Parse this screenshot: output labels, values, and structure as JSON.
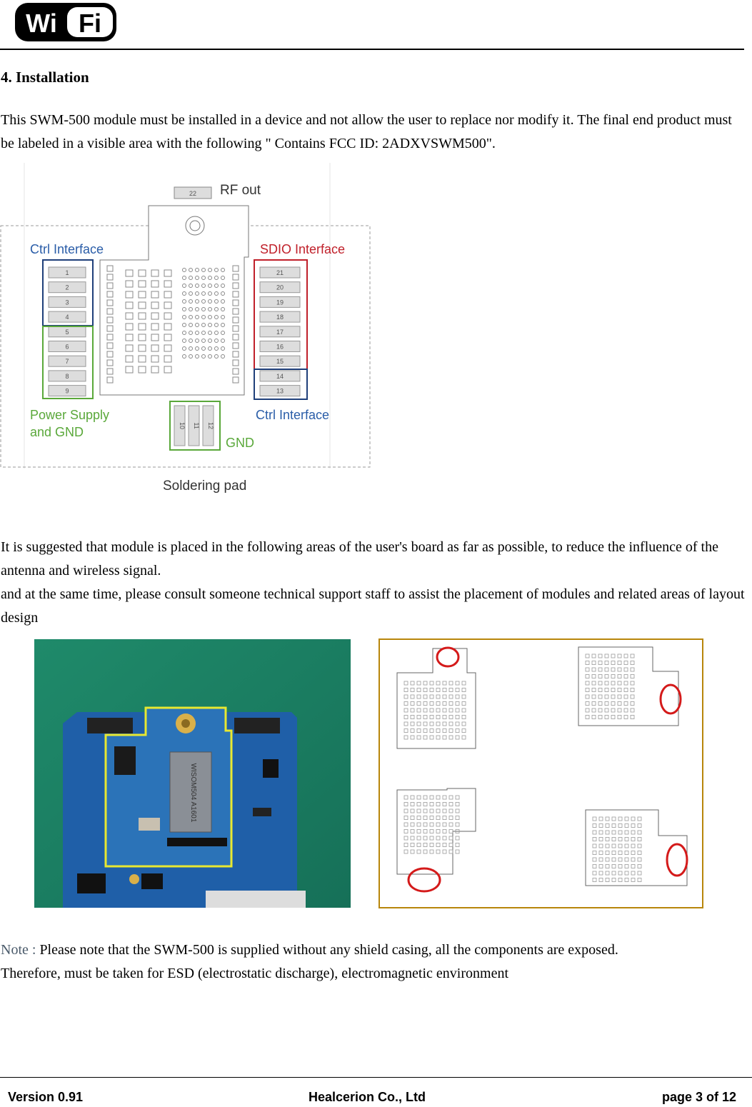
{
  "header": {
    "logo_text_left": "Wi",
    "logo_text_right": "Fi"
  },
  "section": {
    "title": "4. Installation"
  },
  "paragraphs": {
    "installation": "This SWM-500 module must be installed in a device and not allow the user to replace nor modify it. The final end product must be labeled in a visible area with the following \" Contains FCC ID: 2ADXVSWM500\".",
    "placement_1": "It is suggested that module is placed in the following areas of the user's board as far as possible, to reduce the influence of the antenna and wireless signal.",
    "placement_2": "and at the same time, please consult someone technical support staff to assist the placement of modules and related areas of layout design"
  },
  "diagram": {
    "rf_out": "RF out",
    "ctrl_interface_left": "Ctrl Interface",
    "sdio_interface": "SDIO Interface",
    "power_supply_line1": "Power Supply",
    "power_supply_line2": "and GND",
    "ctrl_interface_right": "Ctrl Interface",
    "gnd": "GND",
    "soldering_pad": "Soldering pad",
    "pin_top": "22",
    "left_pins": [
      "1",
      "2",
      "3",
      "4",
      "5",
      "6",
      "7",
      "8",
      "9"
    ],
    "right_pins": [
      "21",
      "20",
      "19",
      "18",
      "17",
      "16",
      "15",
      "14",
      "13"
    ],
    "bottom_pins": [
      "10",
      "11",
      "12"
    ],
    "colors": {
      "ctrl": "#1f3f7a",
      "sdio": "#c0202a",
      "power": "#5aa83a",
      "label_blue": "#2a5da8"
    }
  },
  "photo": {
    "chip_text": "WISOM504 A1601"
  },
  "note": {
    "label": "Note :",
    "text": " Please note that the SWM-500 is supplied without any shield casing, all the components are exposed.",
    "line2": "Therefore, must be taken for ESD (electrostatic discharge), electromagnetic environment"
  },
  "footer": {
    "version": "Version 0.91",
    "company": "Healcerion Co., Ltd",
    "page": "page 3 of 12"
  }
}
